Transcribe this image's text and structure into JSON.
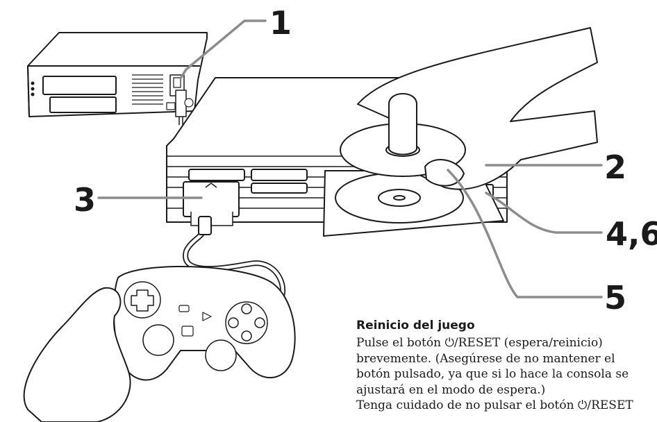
{
  "callouts": {
    "one": "1",
    "two": "2",
    "three": "3",
    "four_six": "4,6",
    "five": "5"
  },
  "info": {
    "heading": "Reinicio del juego",
    "lines": [
      "Pulse el botón ⏻/RESET (espera/reinicio)",
      "brevemente. (Asegúrese de no mantener el",
      "botón pulsado, ya que si lo hace la consola se",
      "ajustará en el modo de espera.)",
      "Tenga cuidado de no pulsar el botón ⏻/RESET"
    ]
  },
  "colors": {
    "outline": "#1a1a1a",
    "leader": "#8c8c8c",
    "background": "#ffffff"
  }
}
